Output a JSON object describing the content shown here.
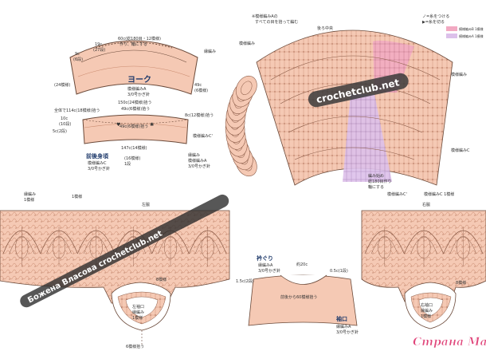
{
  "colors": {
    "pink": "#f5c9b4",
    "pink_dark": "#e8a98f",
    "lilac": "#d9b8e6",
    "rose": "#f0a5c0",
    "blue_text": "#1f3a6b",
    "line": "#6b4a3a",
    "bg": "#ffffff"
  },
  "top_left": {
    "yoke_title": "ヨーク",
    "yoke_pattern": "模様編みA",
    "yoke_hook": "3/0号かぎ針",
    "top_count": "60c(総180目・12模様)",
    "top_count2": "作り、輪にする",
    "left_19c": "19c",
    "left_27dan": "(27段)",
    "left_9c": "9c",
    "left_6dan": "(6段)",
    "left_24dan": "(24模様)",
    "yoke_49c": "49c",
    "yoke_49c_b": "(6模様)",
    "right_cord": "縁編み",
    "count_150": "150c(24模様)拾う",
    "count_49a": "49c(6模様)拾う",
    "full_114": "全体で114c(18模様)拾う",
    "mark_heart": "♥",
    "mark_club": "♣",
    "body_title": "前後身頃",
    "body_pattern": "模様編みC",
    "body_hook": "3/0号かぎ針",
    "body_10c": "10c",
    "body_10dan": "(10段)",
    "body_5c": "5c(2段)",
    "body_8c": "8c(12模様)拾う",
    "body_49c_2": "49c(6模様)拾う",
    "body_147": "147c(14模様)",
    "body_patC": "模様編みC'",
    "body_cord": "縁編み",
    "body_cord_pat": "模様編みA",
    "body_cord_hook": "3/0号かぎ針",
    "small_note": "(16模様)",
    "small_note2": "1段"
  },
  "top_right": {
    "legend_title": "※模様編みAの",
    "legend_title2": "すべての目を拾って編む",
    "legend_a": "ノ=糸をつける",
    "legend_b": "▶=糸を切る",
    "legend_c": "模様編みB 1模様",
    "legend_d": "模様編みA 1模様",
    "label_back": "後ろ中央",
    "label_pattern": "模様編み",
    "label_pattern_b": "模様編み",
    "label_rows_a": "編み始め",
    "label_rows_b": "総180目作り",
    "label_rows_c": "輪にする",
    "label_c1": "模様編みC",
    "label_c2": "模様編みC'",
    "label_c3": "模様編みC 1模様",
    "watermark": "crochetclub.net"
  },
  "bottom_left": {
    "left_cord": "縁編み",
    "left_cord2": "1模様",
    "label_1pat": "1模様",
    "label_left_side": "左脇",
    "label_8pat": "8模様",
    "label_6pat": "6模様拾う",
    "bottom_6": "6模様拾う",
    "sleeve": "左袖口",
    "sleeve2": "縁編み",
    "sleeve3": "1模様",
    "watermark": "Божена Власова crochetclub.net"
  },
  "bottom_center": {
    "neck_title": "衿ぐり",
    "neck_pattern": "縁編みA",
    "neck_hook": "3/0号かぎ針",
    "neck_20c": "約20c",
    "neck_05": "0.5c(1段)",
    "left_15c": "1.5c(2段)",
    "front_back": "前後から60模様拾う",
    "sleeve_title": "袖口",
    "sleeve_pattern": "縁編みA",
    "sleeve_hook": "3/0号かぎ針"
  },
  "bottom_right": {
    "label_right_side": "右脇",
    "label_8pat": "8模様",
    "sleeve": "右袖口",
    "sleeve2": "縁編み",
    "sleeve3": "1模様"
  },
  "site_logo": "Страна Мам"
}
